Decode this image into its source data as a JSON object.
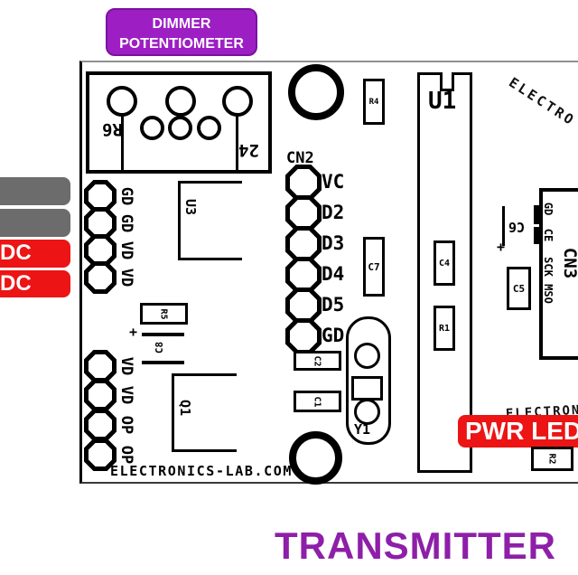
{
  "title": "TRANSMITTER",
  "colors": {
    "purple": "#9D1FC4",
    "title_purple": "#8E1FA8",
    "red": "#EC1414",
    "gray": "#6C6C6C"
  },
  "badges": {
    "dimmer": {
      "line1": "DIMMER",
      "line2": "POTENTIOMETER"
    },
    "pwr_led": "PWR LED",
    "side": [
      {
        "label": ""
      },
      {
        "label": ""
      },
      {
        "label": "DC"
      },
      {
        "label": "DC"
      }
    ]
  },
  "watermarks": {
    "top": "ELECTRO",
    "bottom": "ELECTRON",
    "footer": "ELECTRONICS-LAB.COM"
  },
  "board": {
    "pot": {
      "ref": "R6",
      "pin_number": "24"
    },
    "cn2": {
      "label": "CN2",
      "pins": [
        "VC",
        "D2",
        "D3",
        "D4",
        "D5",
        "GD"
      ]
    },
    "header_top_left": {
      "pins": [
        "GD",
        "GD",
        "VD",
        "VD"
      ]
    },
    "header_bottom_left": {
      "pins": [
        "VD",
        "VD",
        "OP",
        "OP"
      ]
    },
    "cn3": {
      "label": "CN3",
      "pins": [
        "GD",
        "CE",
        "SCK",
        "MSO"
      ]
    },
    "components": {
      "r4": "R4",
      "u1": "U1",
      "u3": "U3",
      "r5": "R5",
      "c8": "C8",
      "q1": "Q1",
      "c7": "C7",
      "c2": "C2",
      "c1": "C1",
      "y1": "Y1",
      "c4": "C4",
      "r1": "R1",
      "c6": "C6",
      "c5": "C5",
      "r2": "R2",
      "c6_polarity": "+",
      "c8_polarity": "+"
    }
  }
}
